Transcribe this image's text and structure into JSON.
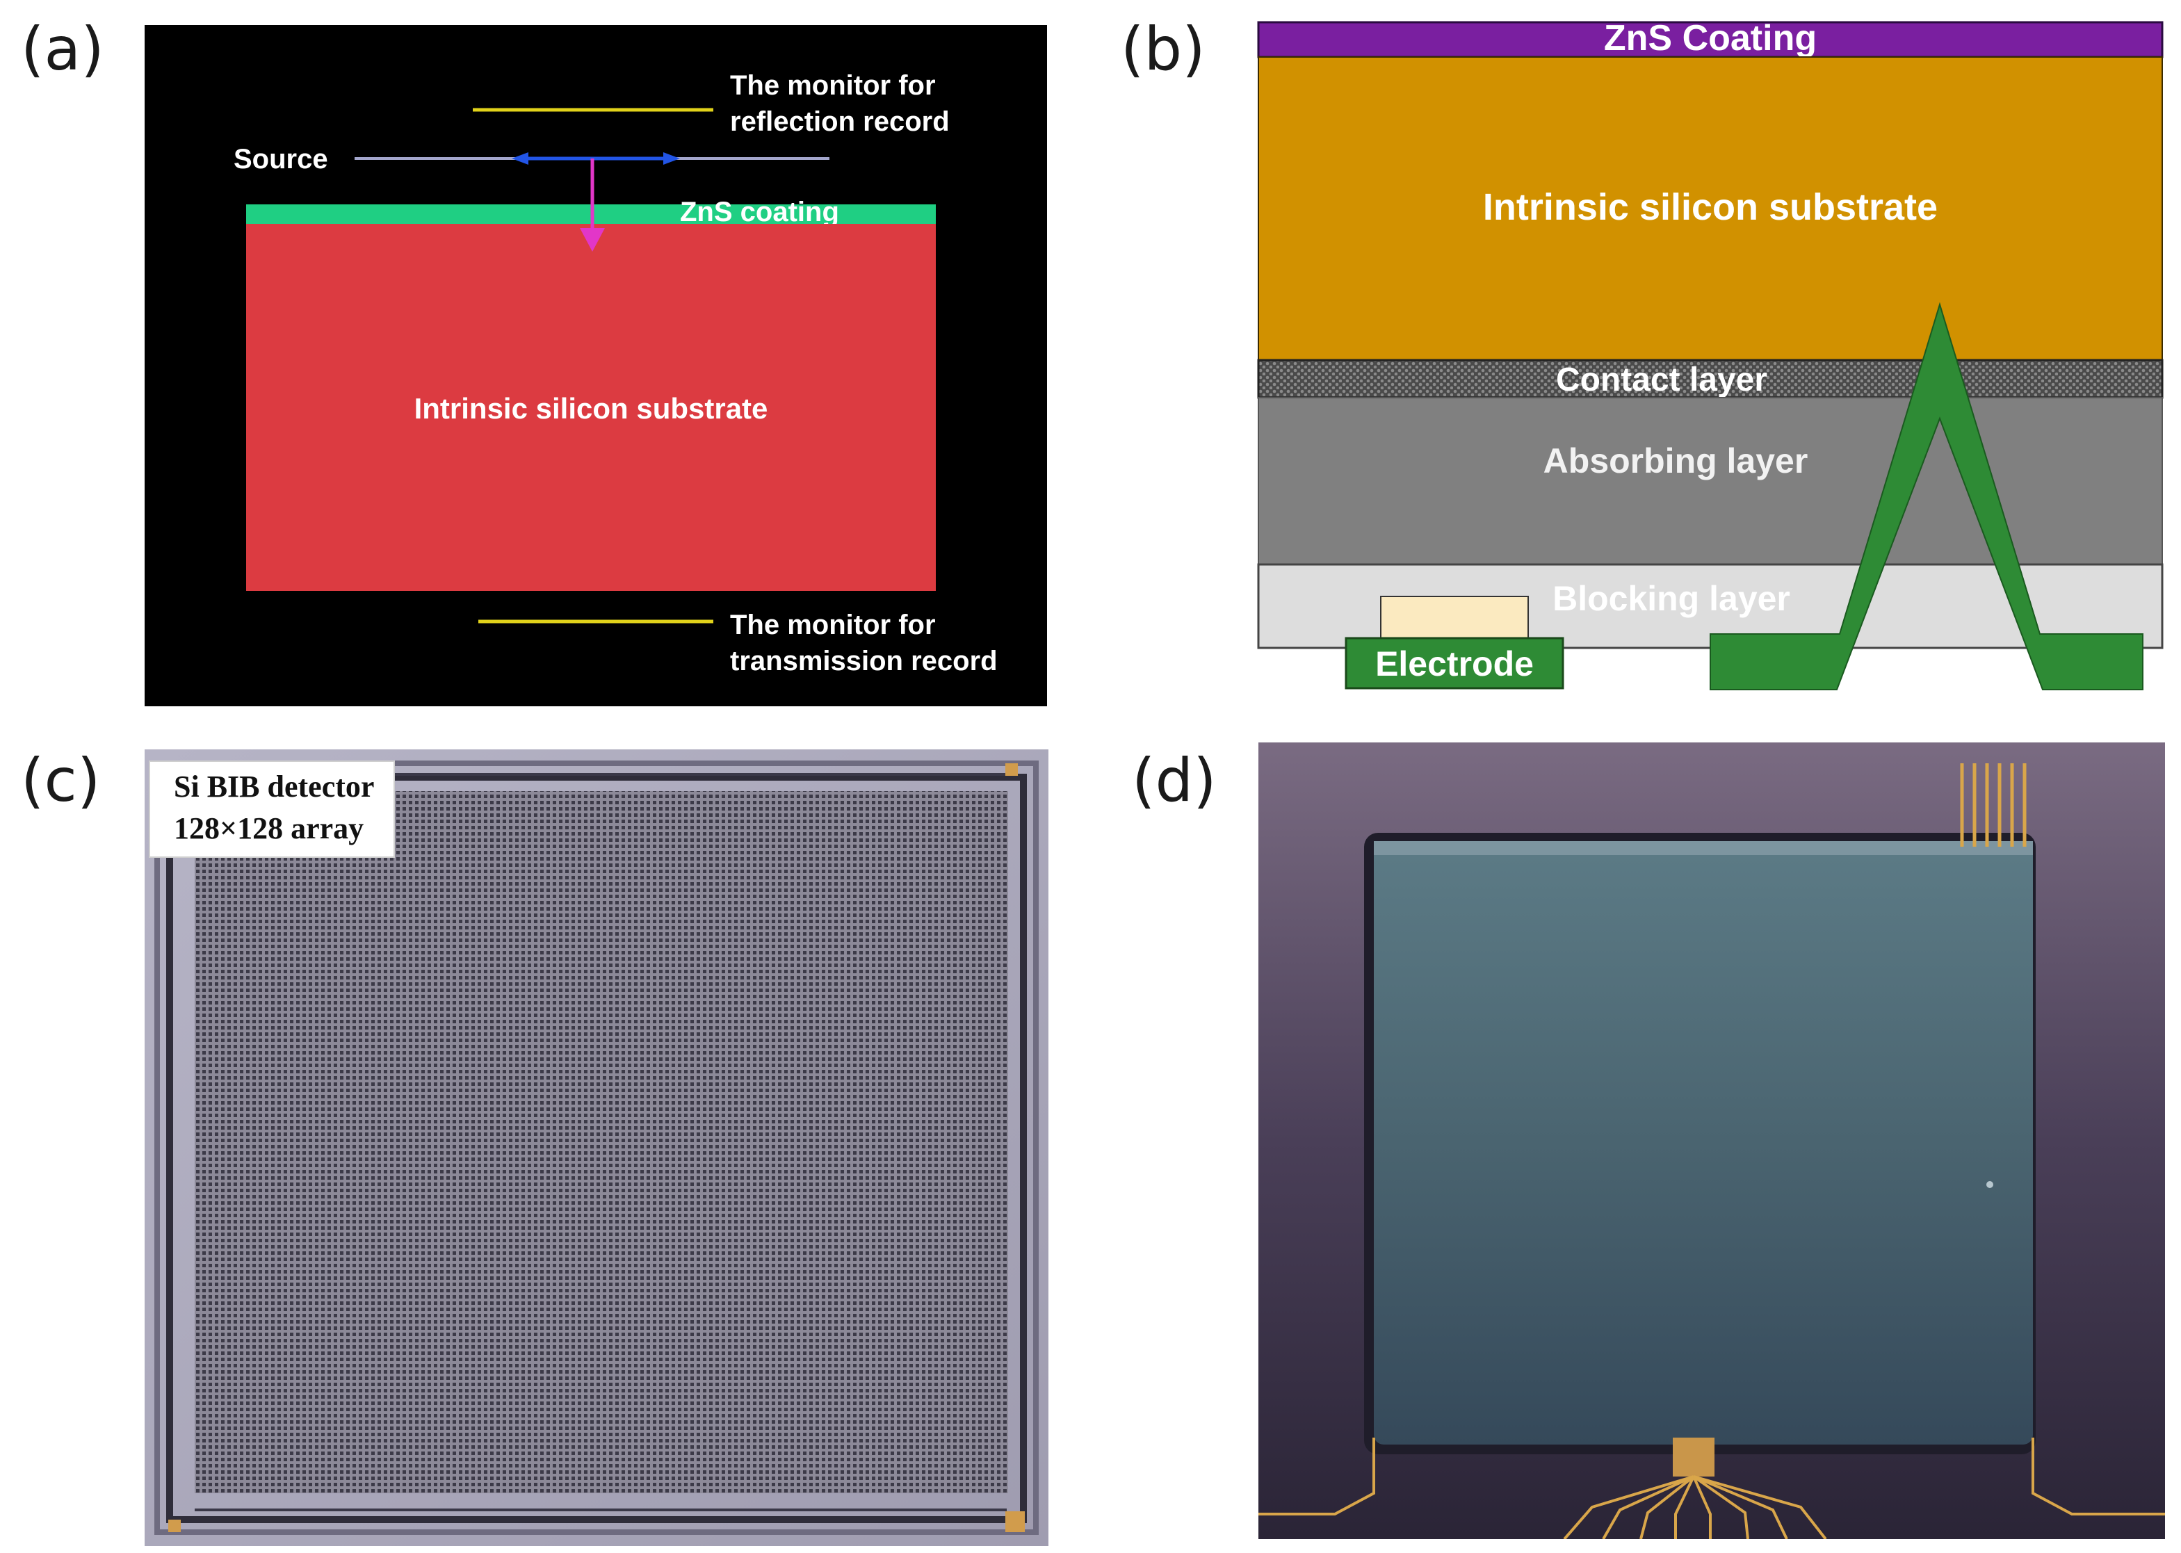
{
  "panel_labels": {
    "a": "(a)",
    "b": "(b)",
    "c": "(c)",
    "d": "(d)"
  },
  "panel_a": {
    "monitor_top_line1": "The monitor for",
    "monitor_top_line2": "reflection record",
    "source": "Source",
    "coating": "ZnS coating",
    "substrate": "Intrinsic silicon substrate",
    "monitor_bottom_line1": "The monitor for",
    "monitor_bottom_line2": "transmission  record",
    "colors": {
      "background": "#000000",
      "substrate": "#dc3b41",
      "coating": "#1fcf83",
      "monitor": "#e1d21a",
      "source": "#a3a6cc",
      "arrow_h": "#2255e6",
      "arrow_v": "#e236c8"
    }
  },
  "panel_b": {
    "coating": "ZnS Coating",
    "substrate": "Intrinsic silicon substrate",
    "contact": "Contact layer",
    "absorbing": "Absorbing layer",
    "blocking": "Blocking layer",
    "electrode": "Electrode",
    "colors": {
      "coating": "#7a1fa0",
      "substrate": "#d19100",
      "contact": "#555555",
      "absorbing": "#808080",
      "blocking": "#dddddd",
      "electrode": "#2e8b35",
      "pad": "#fbeac0"
    }
  },
  "panel_c": {
    "caption_line1": "Si BIB detector",
    "caption_line2": "128×128 array"
  },
  "panel_d": {}
}
